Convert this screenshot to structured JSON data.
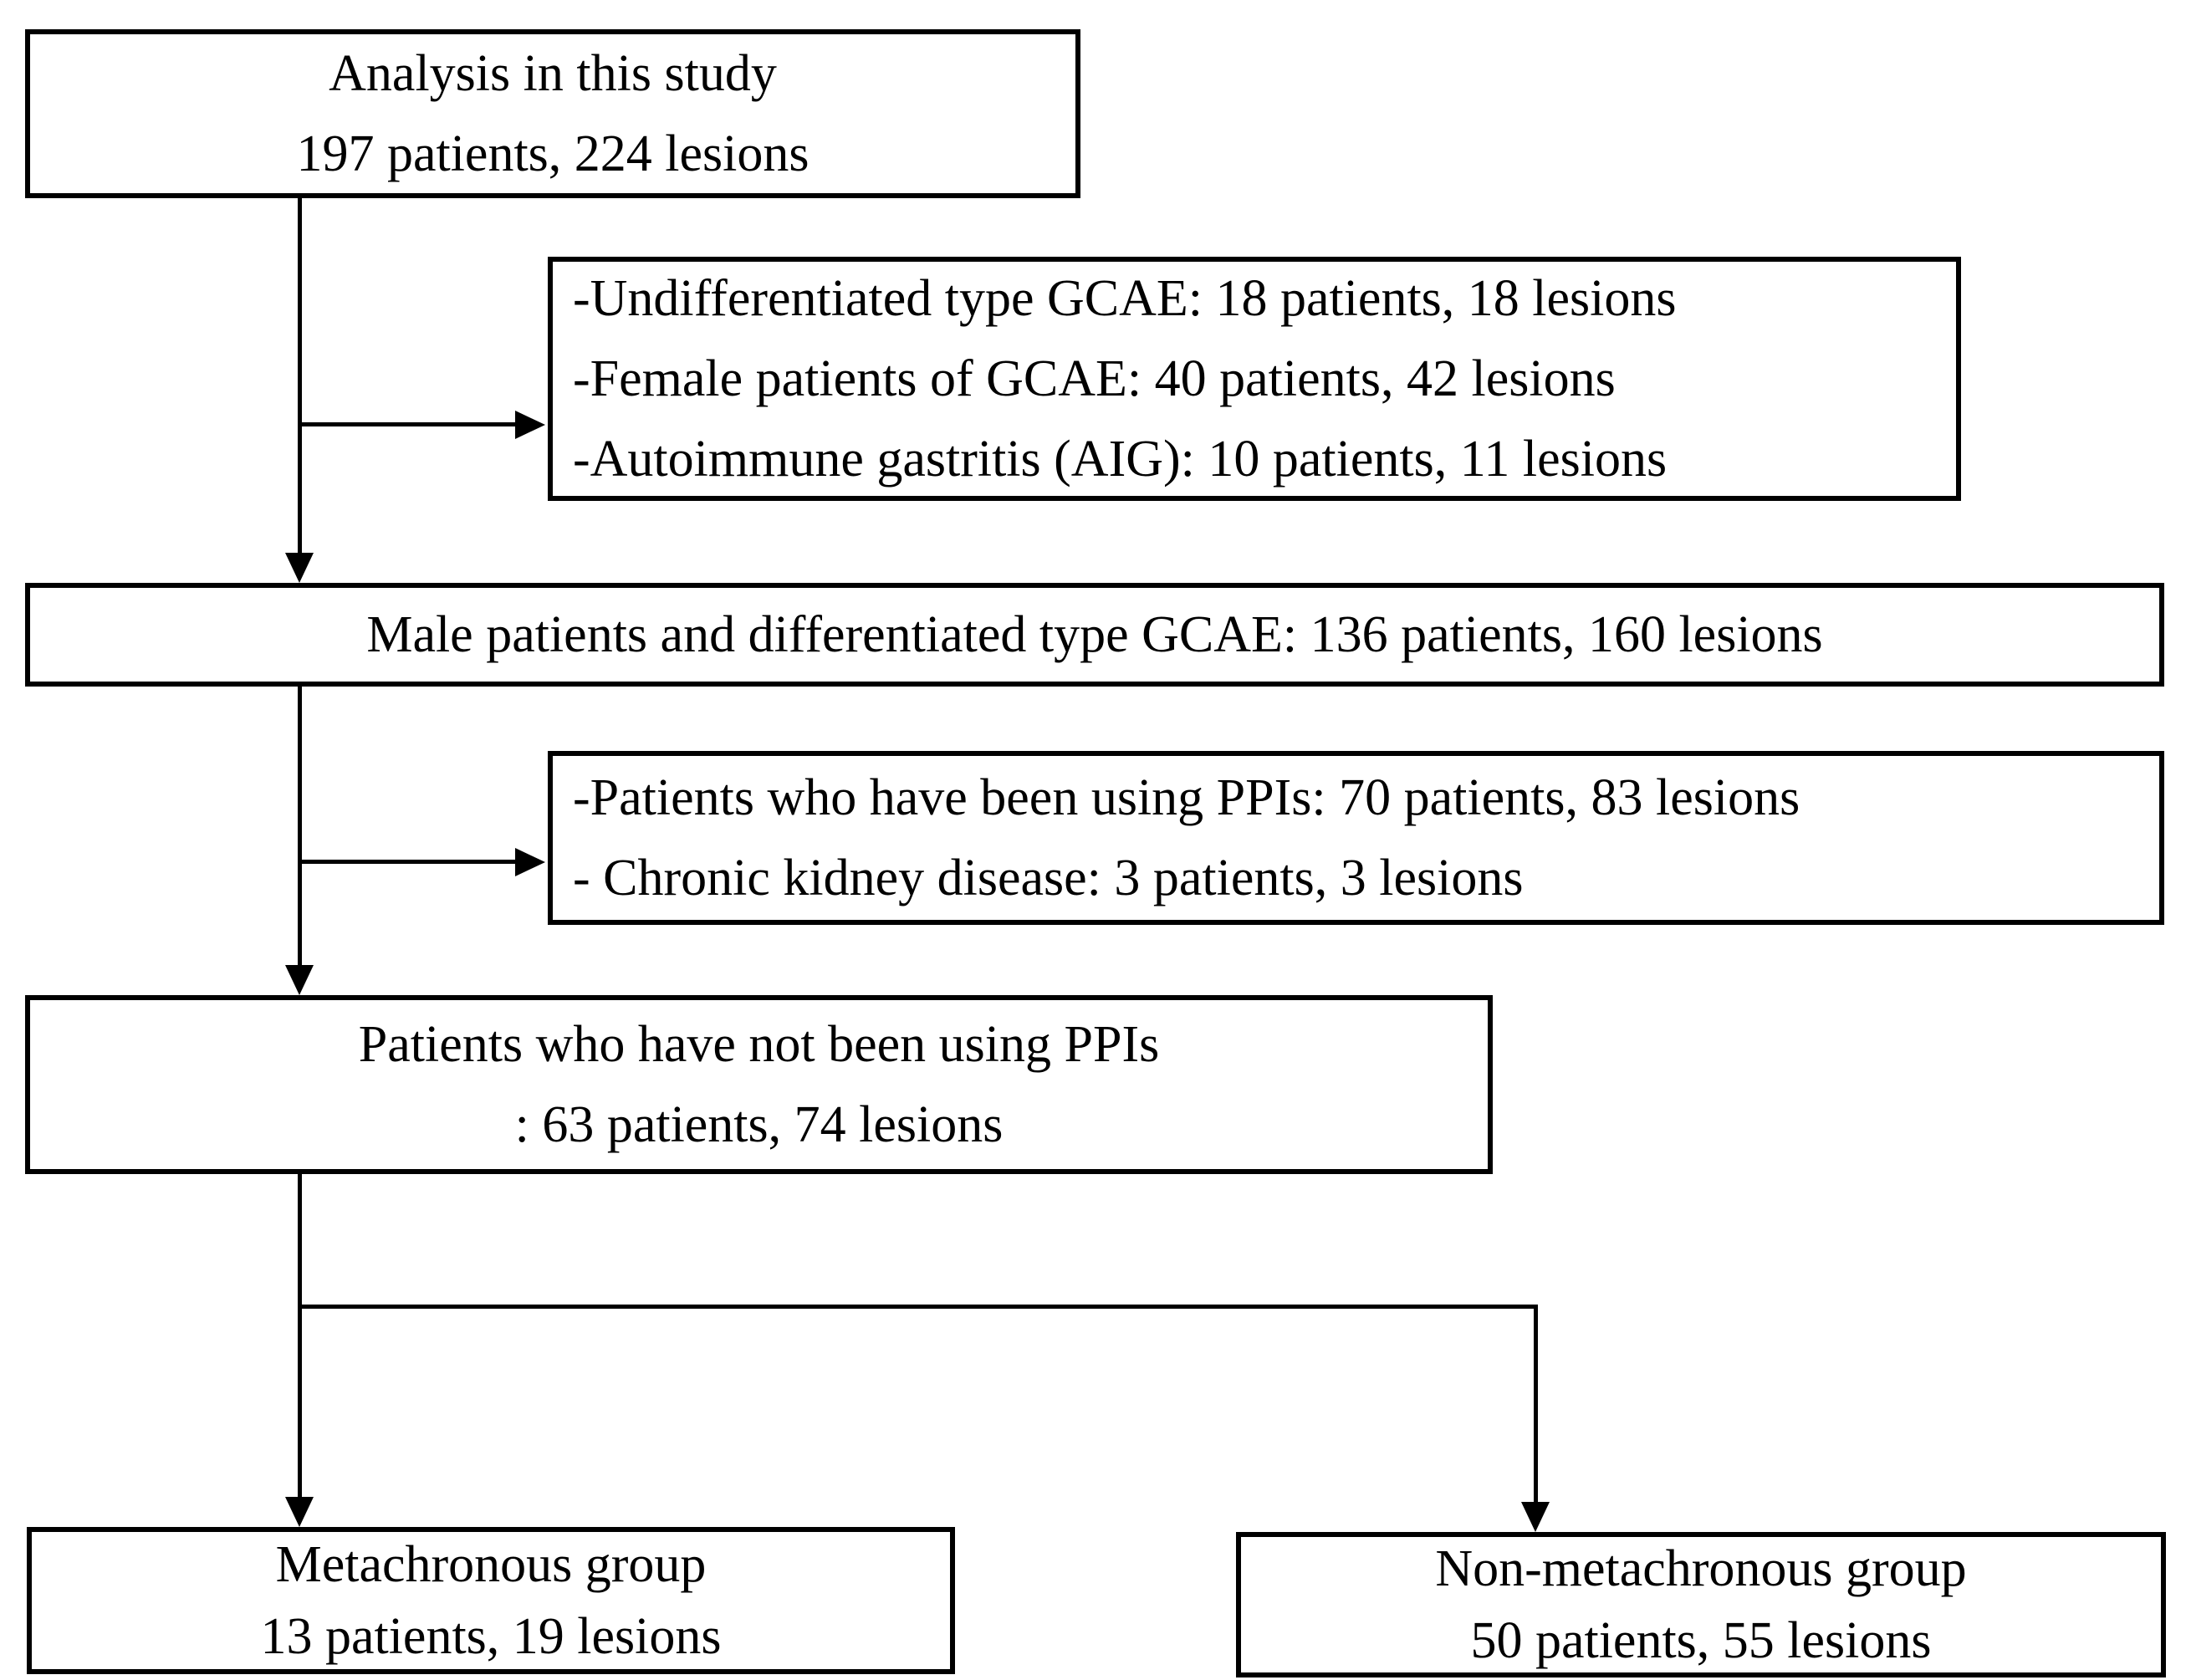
{
  "figure": {
    "type": "patient-flow-diagram",
    "background_color": "#ffffff",
    "line_color": "#000000",
    "text_color": "#000000"
  },
  "boxes": {
    "analysis": {
      "lines": [
        "Analysis in this study",
        "197 patients, 224 lesions"
      ]
    },
    "exclusion_1": {
      "lines": [
        "-Undifferentiated type GCAE: 18 patients, 18 lesions",
        "-Female patients of GCAE: 40 patients, 42 lesions",
        "-Autoimmune gastritis (AIG): 10 patients, 11 lesions"
      ]
    },
    "male_differentiated": {
      "lines": [
        "Male patients and differentiated type GCAE: 136 patients, 160 lesions"
      ]
    },
    "exclusion_2": {
      "lines": [
        "-Patients who have been using PPIs: 70 patients, 83 lesions",
        "- Chronic kidney disease: 3 patients, 3 lesions"
      ]
    },
    "no_ppi": {
      "lines": [
        "Patients who have not been using PPIs",
        ": 63 patients, 74 lesions"
      ]
    },
    "metachronous": {
      "lines": [
        "Metachronous group",
        "13 patients, 19 lesions"
      ]
    },
    "non_metachronous": {
      "lines": [
        "Non-metachronous group",
        "50 patients, 55 lesions"
      ]
    }
  }
}
